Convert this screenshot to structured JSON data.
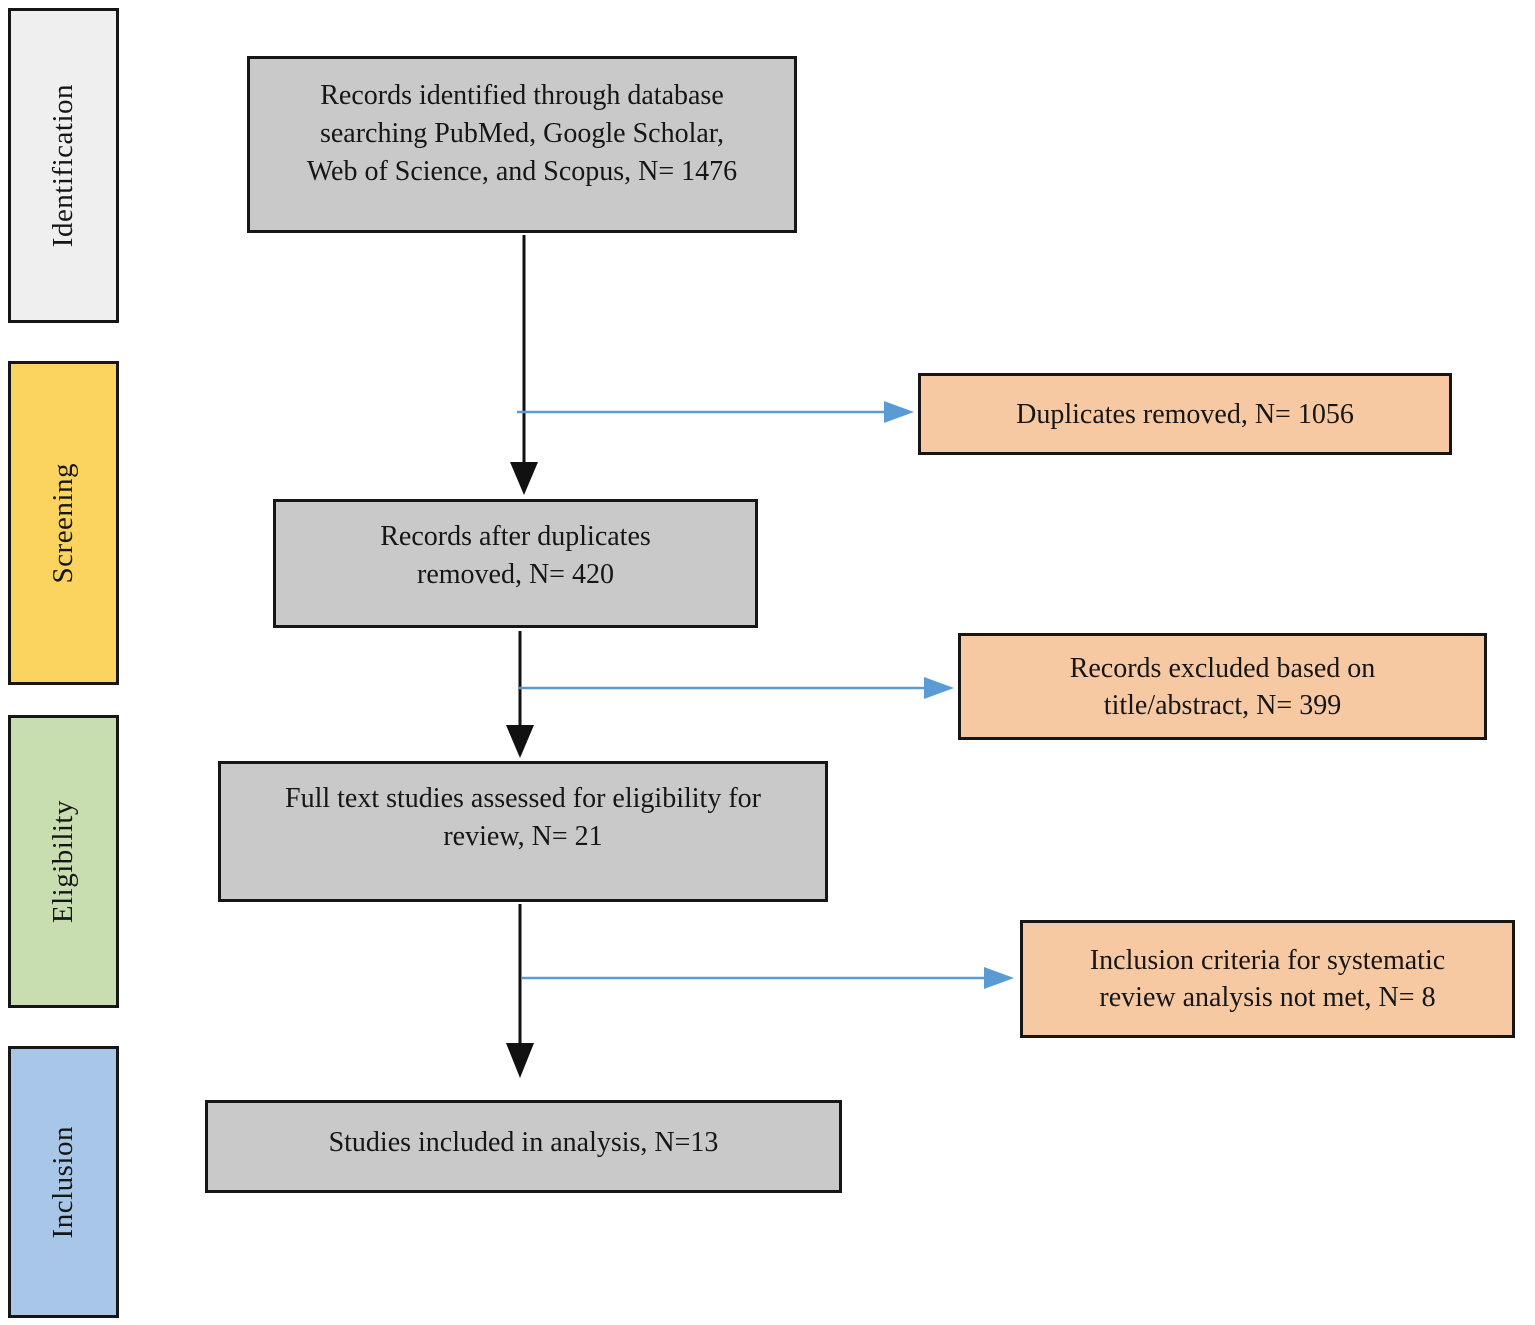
{
  "stages": [
    {
      "label": "Identification",
      "fill": "#efefef"
    },
    {
      "label": "Screening",
      "fill": "#fad45f"
    },
    {
      "label": "Eligibility",
      "fill": "#c8deb0"
    },
    {
      "label": "Inclusion",
      "fill": "#a8c7e8"
    }
  ],
  "flow_boxes": [
    {
      "lines": [
        "Records identified through database",
        "searching PubMed, Google Scholar,",
        "Web of Science, and Scopus, N= 1476"
      ],
      "n": "1476"
    },
    {
      "lines": [
        "Records after duplicates",
        "removed, N= 420"
      ],
      "n": "420"
    },
    {
      "lines": [
        "Full text studies assessed for eligibility for",
        "review, N= 21"
      ],
      "n": "21"
    },
    {
      "lines": [
        "Studies included in analysis, N=13"
      ],
      "n": "13"
    }
  ],
  "side_boxes": [
    {
      "lines": [
        "Duplicates removed, N= 1056"
      ],
      "n": "1056"
    },
    {
      "lines": [
        "Records excluded based on",
        "title/abstract, N= 399"
      ],
      "n": "399"
    },
    {
      "lines": [
        "Inclusion criteria for systematic",
        "review analysis not met, N= 8"
      ],
      "n": "8"
    }
  ],
  "colors": {
    "flow_box_fill": "#c9c9c9",
    "side_box_fill": "#f7c9a3",
    "arrow_black": "#111111",
    "arrow_blue": "#5b9bd5"
  }
}
